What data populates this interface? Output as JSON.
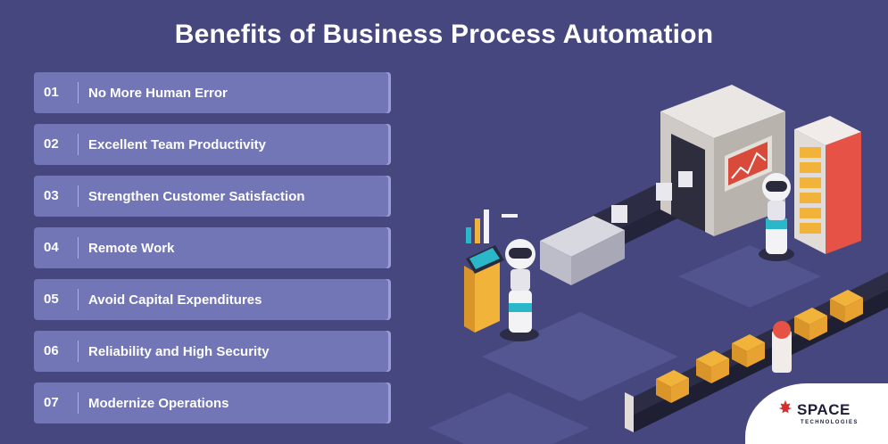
{
  "title": "Benefits of Business Process Automation",
  "items": [
    {
      "num": "01",
      "label": "No More Human Error"
    },
    {
      "num": "02",
      "label": "Excellent Team Productivity"
    },
    {
      "num": "03",
      "label": "Strengthen Customer Satisfaction"
    },
    {
      "num": "04",
      "label": "Remote Work"
    },
    {
      "num": "05",
      "label": "Avoid Capital Expenditures"
    },
    {
      "num": "06",
      "label": "Reliability and High Security"
    },
    {
      "num": "07",
      "label": "Modernize Operations"
    }
  ],
  "logo": {
    "name": "SPACE",
    "tagline": "TECHNOLOGIES"
  },
  "colors": {
    "background": "#47477f",
    "item": "#7275b6",
    "accent": "#e23b3b"
  }
}
